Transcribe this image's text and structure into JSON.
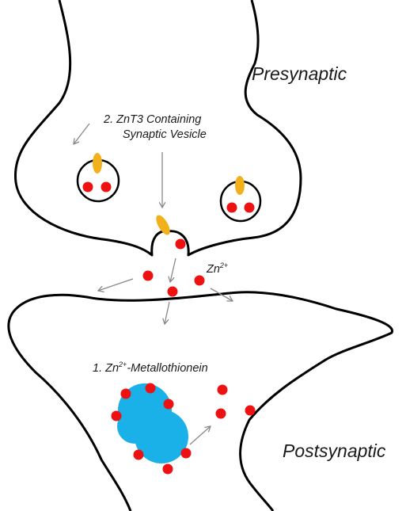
{
  "labels": {
    "presynaptic": "Presynaptic",
    "postsynaptic": "Postsynaptic",
    "vesicle_line1": "2. ZnT3 Containing",
    "vesicle_line2": "Synaptic Vesicle",
    "zinc_base": "Zn",
    "zinc_charge": "2+",
    "mt_prefix": "1. Zn",
    "mt_charge": "2+",
    "mt_suffix": "-Metallothionein"
  },
  "colors": {
    "outline": "#000000",
    "zinc_ion": "#ee1111",
    "znt3_transporter": "#f2b01a",
    "metallothionein": "#1ab0e8",
    "arrow": "#888888"
  }
}
